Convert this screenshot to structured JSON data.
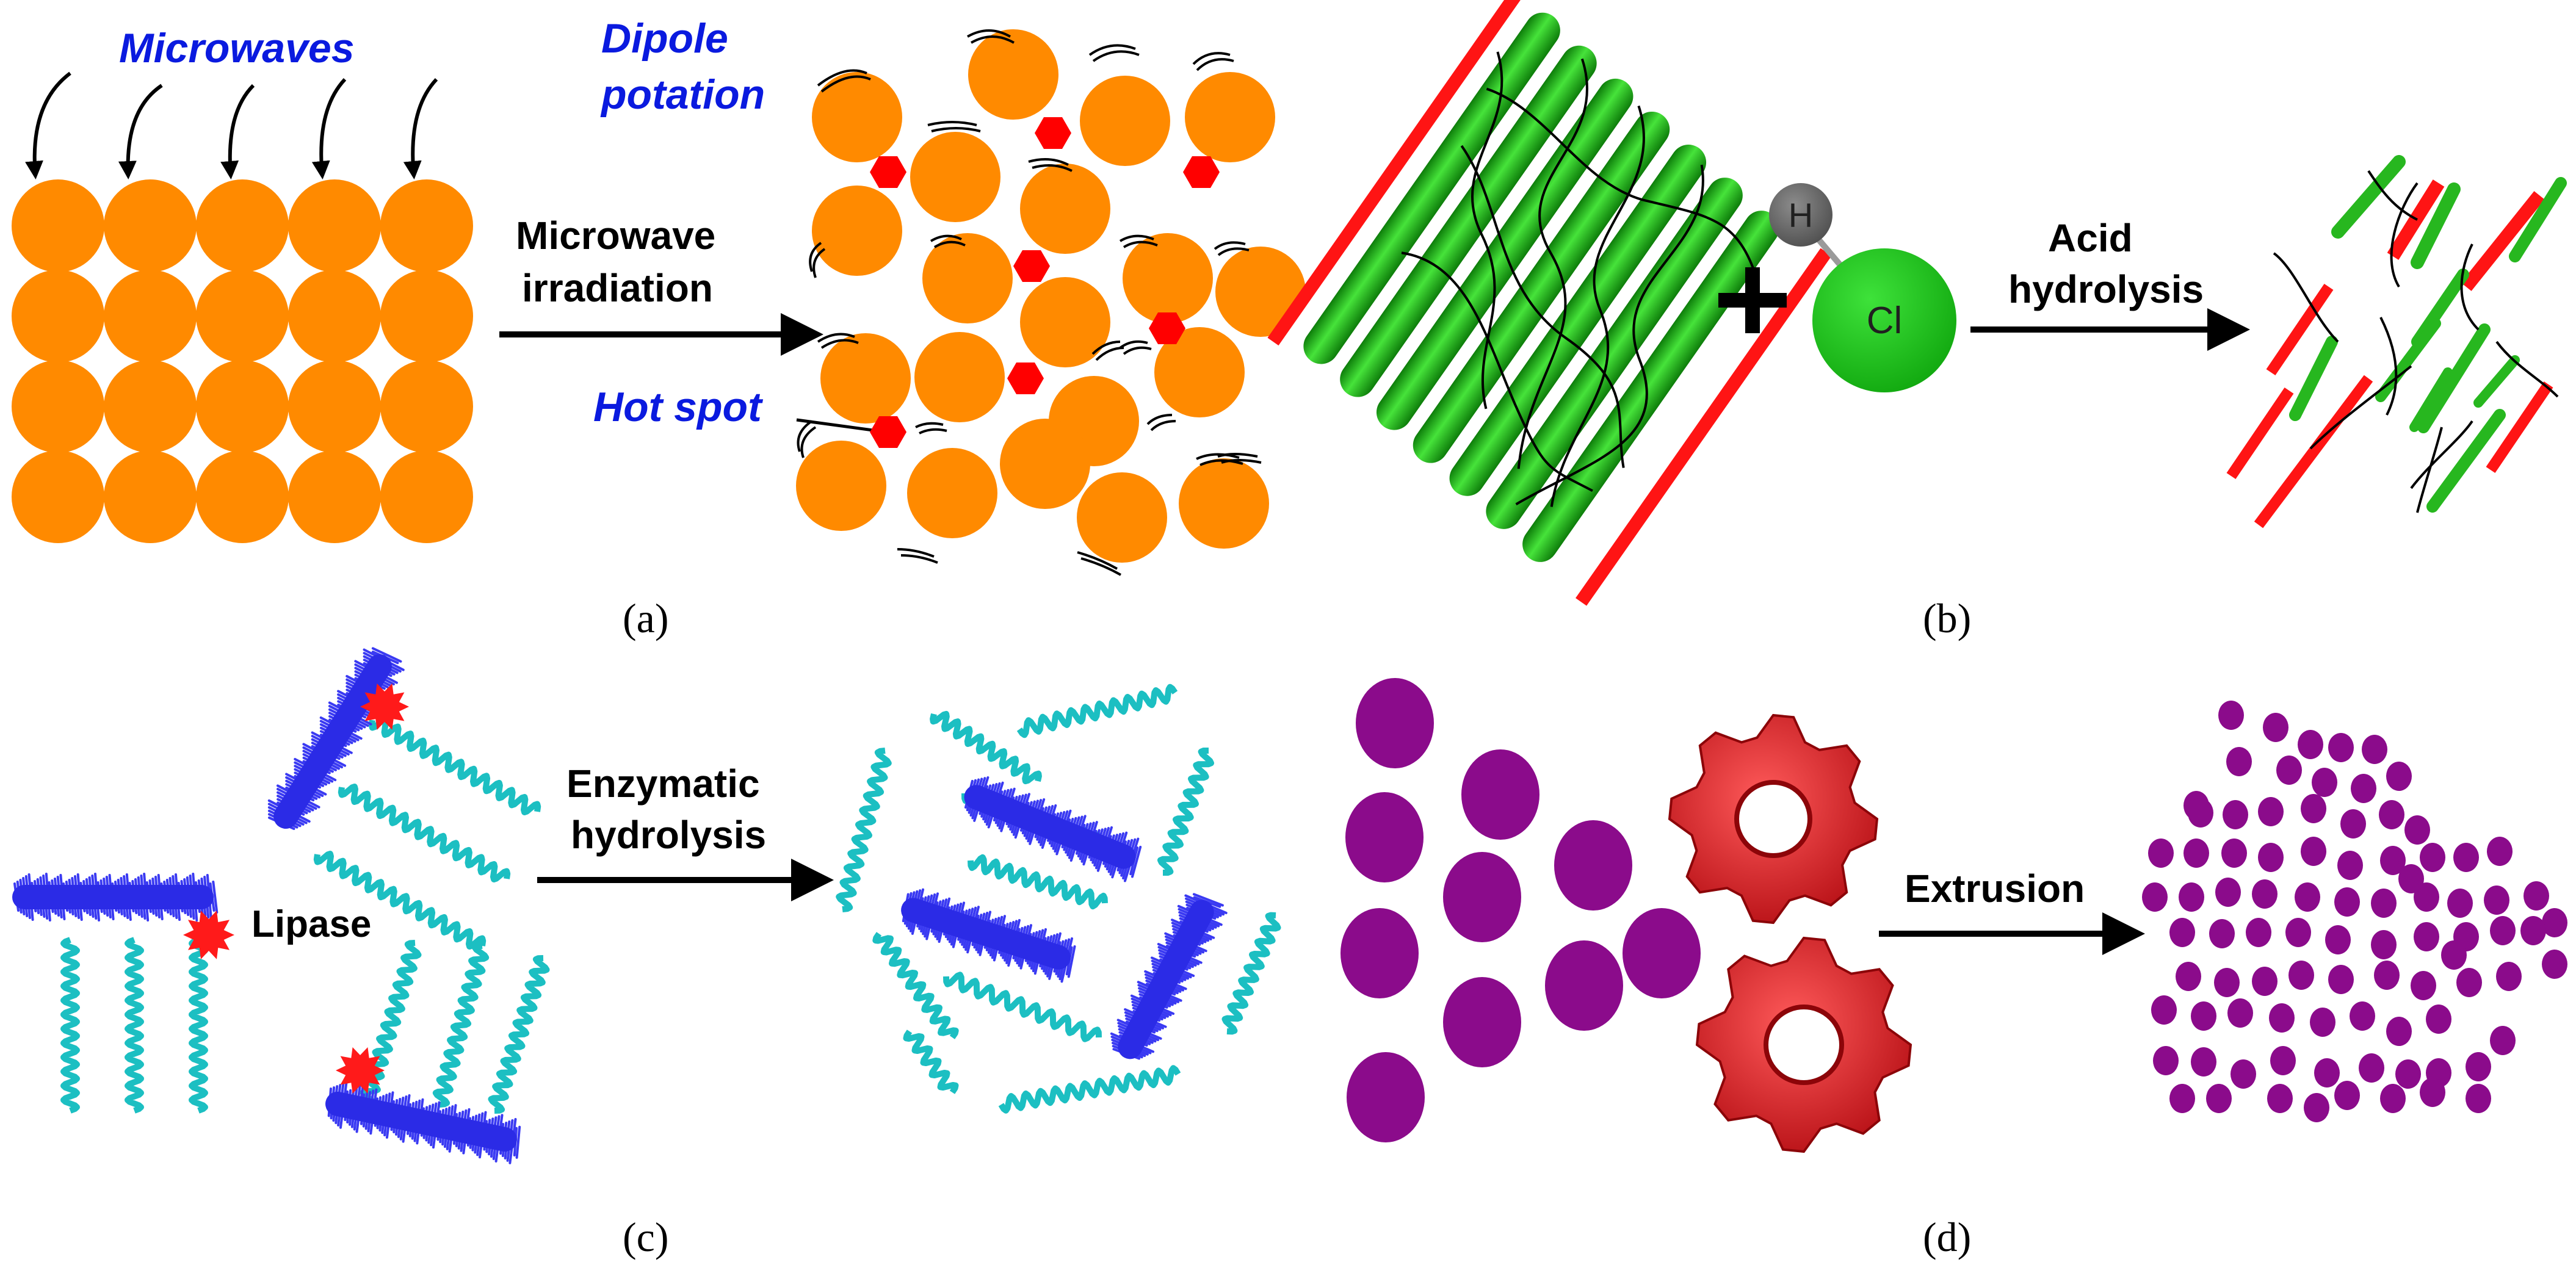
{
  "panel_a": {
    "microwaves_label": "Microwaves",
    "dipole_label_line1": "Dipole",
    "dipole_label_line2": "potation",
    "arrow_label_line1": "Microwave",
    "arrow_label_line2": "irradiation",
    "hotspot_label": "Hot spot",
    "caption": "(a)"
  },
  "panel_b": {
    "atom_h": "H",
    "atom_cl": "Cl",
    "arrow_label_line1": "Acid",
    "arrow_label_line2": "hydrolysis",
    "caption": "(b)"
  },
  "panel_c": {
    "lipase_label": "Lipase",
    "arrow_label_line1": "Enzymatic",
    "arrow_label_line2": "hydrolysis",
    "caption": "(c)"
  },
  "panel_d": {
    "arrow_label": "Extrusion",
    "caption": "(d)"
  },
  "colors": {
    "particle": "#ff8a00",
    "hotspot": "#ff0000",
    "text_blue": "#0a1adf",
    "fiber_green": "#22c61a",
    "fiber_red": "#ff1414",
    "helix": "#1cbfc2",
    "enzyme": "#2b2be6",
    "starch": "#8b0b8b",
    "gear": "#e8141c"
  }
}
